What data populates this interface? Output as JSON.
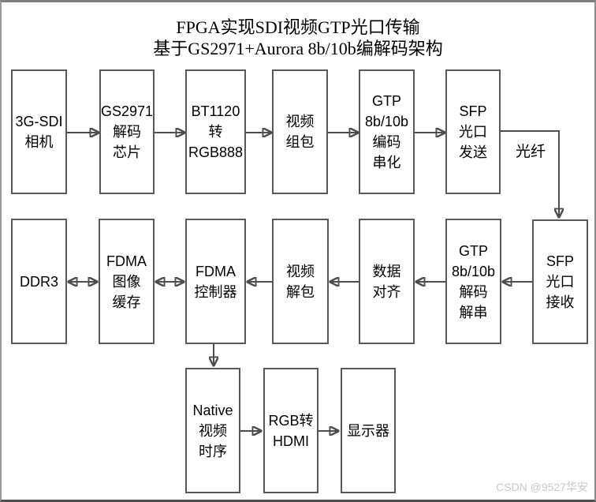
{
  "title": {
    "line1": "FPGA实现SDI视频GTP光口传输",
    "line2": "基于GS2971+Aurora 8b/10b编解码架构"
  },
  "boxes": [
    {
      "id": "camera",
      "label": "3G-SDI\n相机"
    },
    {
      "id": "gs2971",
      "label": "GS2971\n解码\n芯片"
    },
    {
      "id": "bt1120",
      "label": "BT1120\n转\nRGB888"
    },
    {
      "id": "video-pack",
      "label": "视频\n组包"
    },
    {
      "id": "gtp-encode",
      "label": "GTP\n8b/10b\n编码\n串化"
    },
    {
      "id": "sfp-tx",
      "label": "SFP\n光口\n发送"
    },
    {
      "id": "ddr3",
      "label": "DDR3"
    },
    {
      "id": "fdma-buffer",
      "label": "FDMA\n图像\n缓存"
    },
    {
      "id": "fdma-ctrl",
      "label": "FDMA\n控制器"
    },
    {
      "id": "video-unpack",
      "label": "视频\n解包"
    },
    {
      "id": "data-align",
      "label": "数据\n对齐"
    },
    {
      "id": "gtp-decode",
      "label": "GTP\n8b/10b\n解码\n解串"
    },
    {
      "id": "sfp-rx",
      "label": "SFP\n光口\n接收"
    },
    {
      "id": "native-timing",
      "label": "Native\n视频\n时序"
    },
    {
      "id": "rgb2hdmi",
      "label": "RGB转\nHDMI"
    },
    {
      "id": "display",
      "label": "显示器"
    }
  ],
  "labels": {
    "fiber": "光纤"
  },
  "watermark": "CSDN @9527华安",
  "edges": [
    {
      "from": "camera",
      "to": "gs2971",
      "type": "arrow"
    },
    {
      "from": "gs2971",
      "to": "bt1120",
      "type": "arrow"
    },
    {
      "from": "bt1120",
      "to": "video-pack",
      "type": "arrow"
    },
    {
      "from": "video-pack",
      "to": "gtp-encode",
      "type": "arrow"
    },
    {
      "from": "gtp-encode",
      "to": "sfp-tx",
      "type": "arrow"
    },
    {
      "from": "sfp-tx",
      "to": "sfp-rx",
      "type": "arrow",
      "label": "光纤"
    },
    {
      "from": "sfp-rx",
      "to": "gtp-decode",
      "type": "arrow"
    },
    {
      "from": "gtp-decode",
      "to": "data-align",
      "type": "arrow"
    },
    {
      "from": "data-align",
      "to": "video-unpack",
      "type": "arrow"
    },
    {
      "from": "video-unpack",
      "to": "fdma-ctrl",
      "type": "arrow"
    },
    {
      "from": "fdma-ctrl",
      "to": "fdma-buffer",
      "type": "double-arrow"
    },
    {
      "from": "fdma-buffer",
      "to": "ddr3",
      "type": "double-arrow"
    },
    {
      "from": "fdma-ctrl",
      "to": "native-timing",
      "type": "arrow"
    },
    {
      "from": "native-timing",
      "to": "rgb2hdmi",
      "type": "arrow"
    },
    {
      "from": "rgb2hdmi",
      "to": "display",
      "type": "arrow"
    }
  ],
  "colors": {
    "box_border": "#595959",
    "wire": "#4d4d4d",
    "arrowhead": "#0d0d0d",
    "watermark": "#c9c9c9"
  }
}
